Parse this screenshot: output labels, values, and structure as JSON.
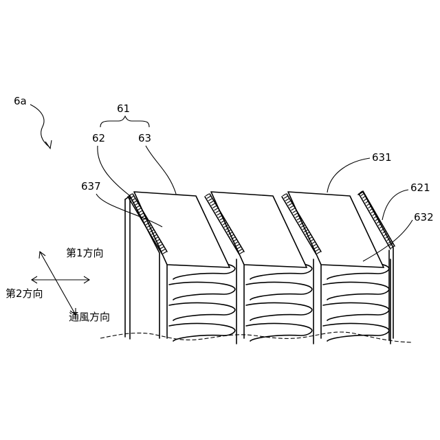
{
  "labels": {
    "assembly": "6a",
    "group": "61",
    "part_62": "62",
    "part_63": "63",
    "part_631": "631",
    "part_637": "637",
    "part_621": "621",
    "part_632": "632"
  },
  "directions": {
    "first": "第1方向",
    "second": "第2方向",
    "airflow": "通風方向"
  }
}
